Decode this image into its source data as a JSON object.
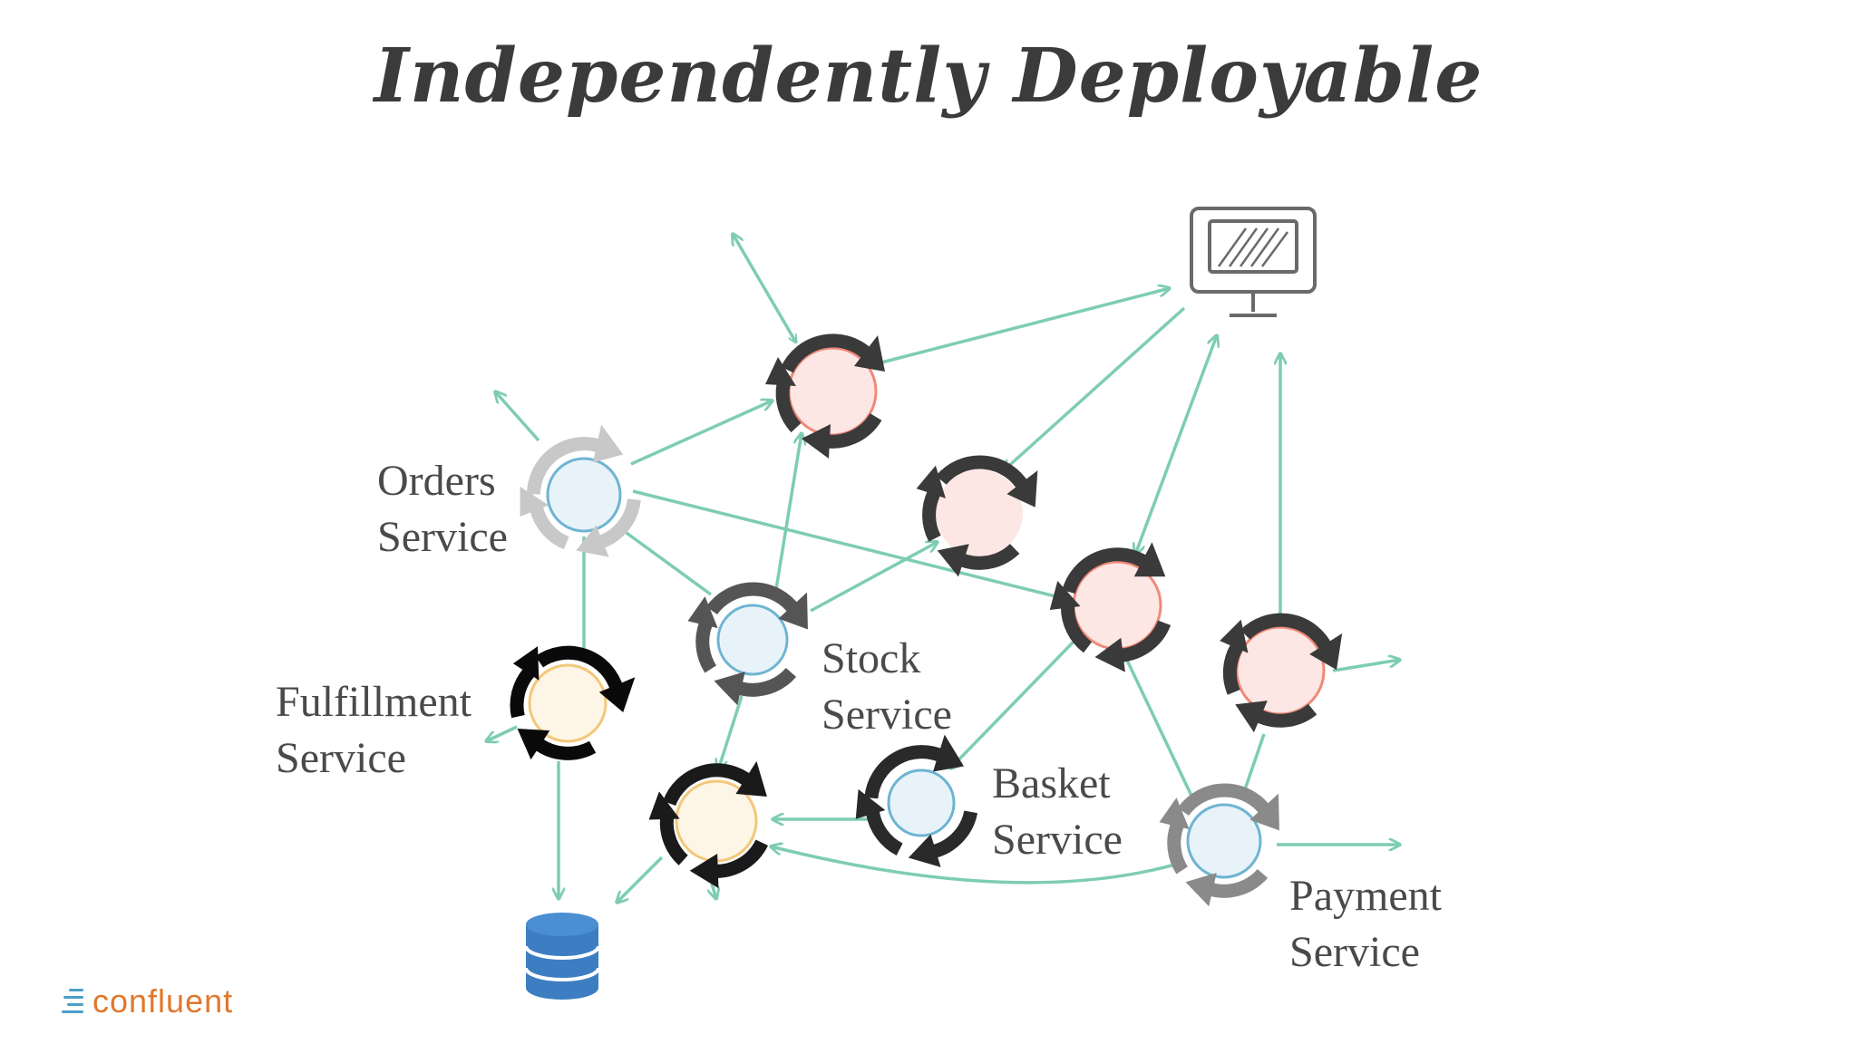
{
  "slide": {
    "title": "Independently Deployable"
  },
  "services": {
    "orders": {
      "line1": "Orders",
      "line2": "Service"
    },
    "stock": {
      "line1": "Stock",
      "line2": "Service"
    },
    "fulfillment": {
      "line1": "Fulfillment",
      "line2": "Service"
    },
    "basket": {
      "line1": "Basket",
      "line2": "Service"
    },
    "payment": {
      "line1": "Payment",
      "line2": "Service"
    }
  },
  "logo": {
    "text": "confluent"
  },
  "colors": {
    "arrow": "#7ecdb0",
    "fill_blue": "#e8f3f9",
    "fill_pink": "#fde7e4",
    "fill_cream": "#fdf6e6",
    "ring_dark": "#3a3a3a",
    "ring_black": "#0a0a0a",
    "ring_gray": "#8a8a8a",
    "ring_light": "#c8c8c8",
    "database": "#3d7ec2",
    "logo_text": "#e0782d",
    "logo_mark": "#4a9fc9"
  },
  "icons": {
    "monitor": "monitor-icon",
    "database": "database-icon",
    "service": "refresh-cycle-icon"
  }
}
